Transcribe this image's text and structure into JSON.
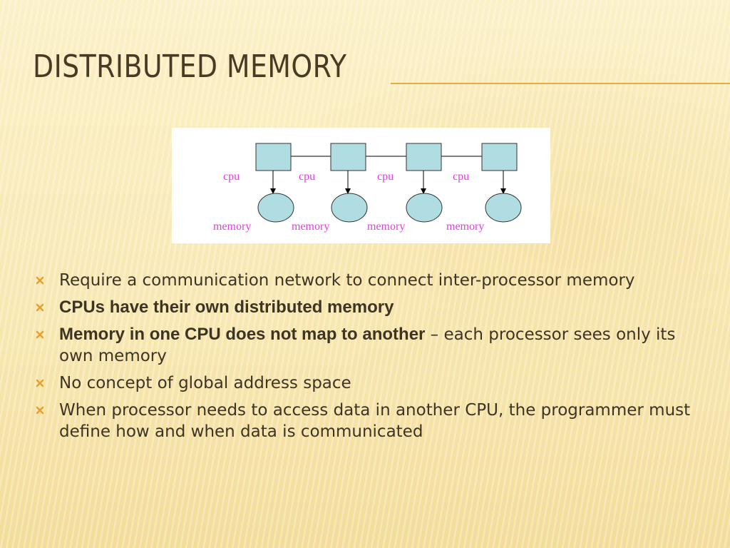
{
  "slide": {
    "title": "Distributed Memory"
  },
  "diagram": {
    "cpu_labels": [
      "cpu",
      "cpu",
      "cpu",
      "cpu"
    ],
    "memory_labels": [
      "memory",
      "memory",
      "memory",
      "memory"
    ],
    "colors": {
      "box_fill": "#b0dde2",
      "label": "#e63ae6"
    }
  },
  "bullets": [
    {
      "plain": "Require a communication network to connect inter-processor memory"
    },
    {
      "bold": "CPUs have their own distributed memory"
    },
    {
      "bold": "Memory in one CPU does not map to another",
      "rest": " – each processor sees only its own memory"
    },
    {
      "plain": "No concept of global address space"
    },
    {
      "plain": "When processor needs to access data in another CPU, the programmer must define how and when data is communicated"
    }
  ],
  "colors": {
    "bullet_marker": "#e6a230",
    "title": "#4a3a24",
    "rule": "#e6ad45"
  }
}
